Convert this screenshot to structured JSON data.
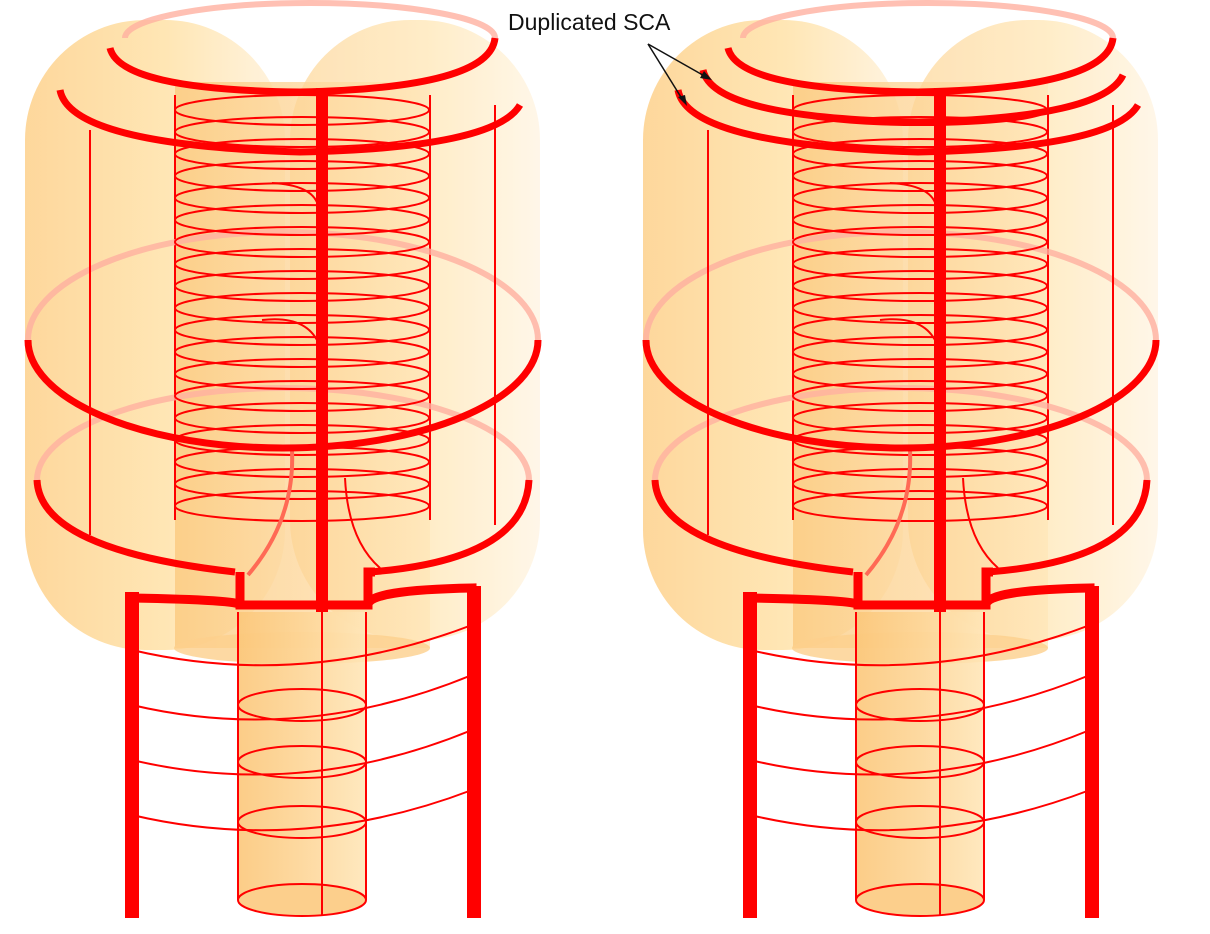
{
  "annotation": {
    "label": "Duplicated SCA"
  },
  "colors": {
    "artery": "#ff0000",
    "artery_faded": "#ffb0a0",
    "artery_mid": "#ff6a55",
    "tissue_light": "#fff2d6",
    "tissue_mid": "#ffe0a3",
    "tissue_dark": "#fdd08a",
    "background": "#ffffff",
    "annotation_text": "#111111"
  },
  "panels": [
    {
      "id": "normal",
      "duplicated_sca": false
    },
    {
      "id": "variant",
      "duplicated_sca": true
    }
  ]
}
